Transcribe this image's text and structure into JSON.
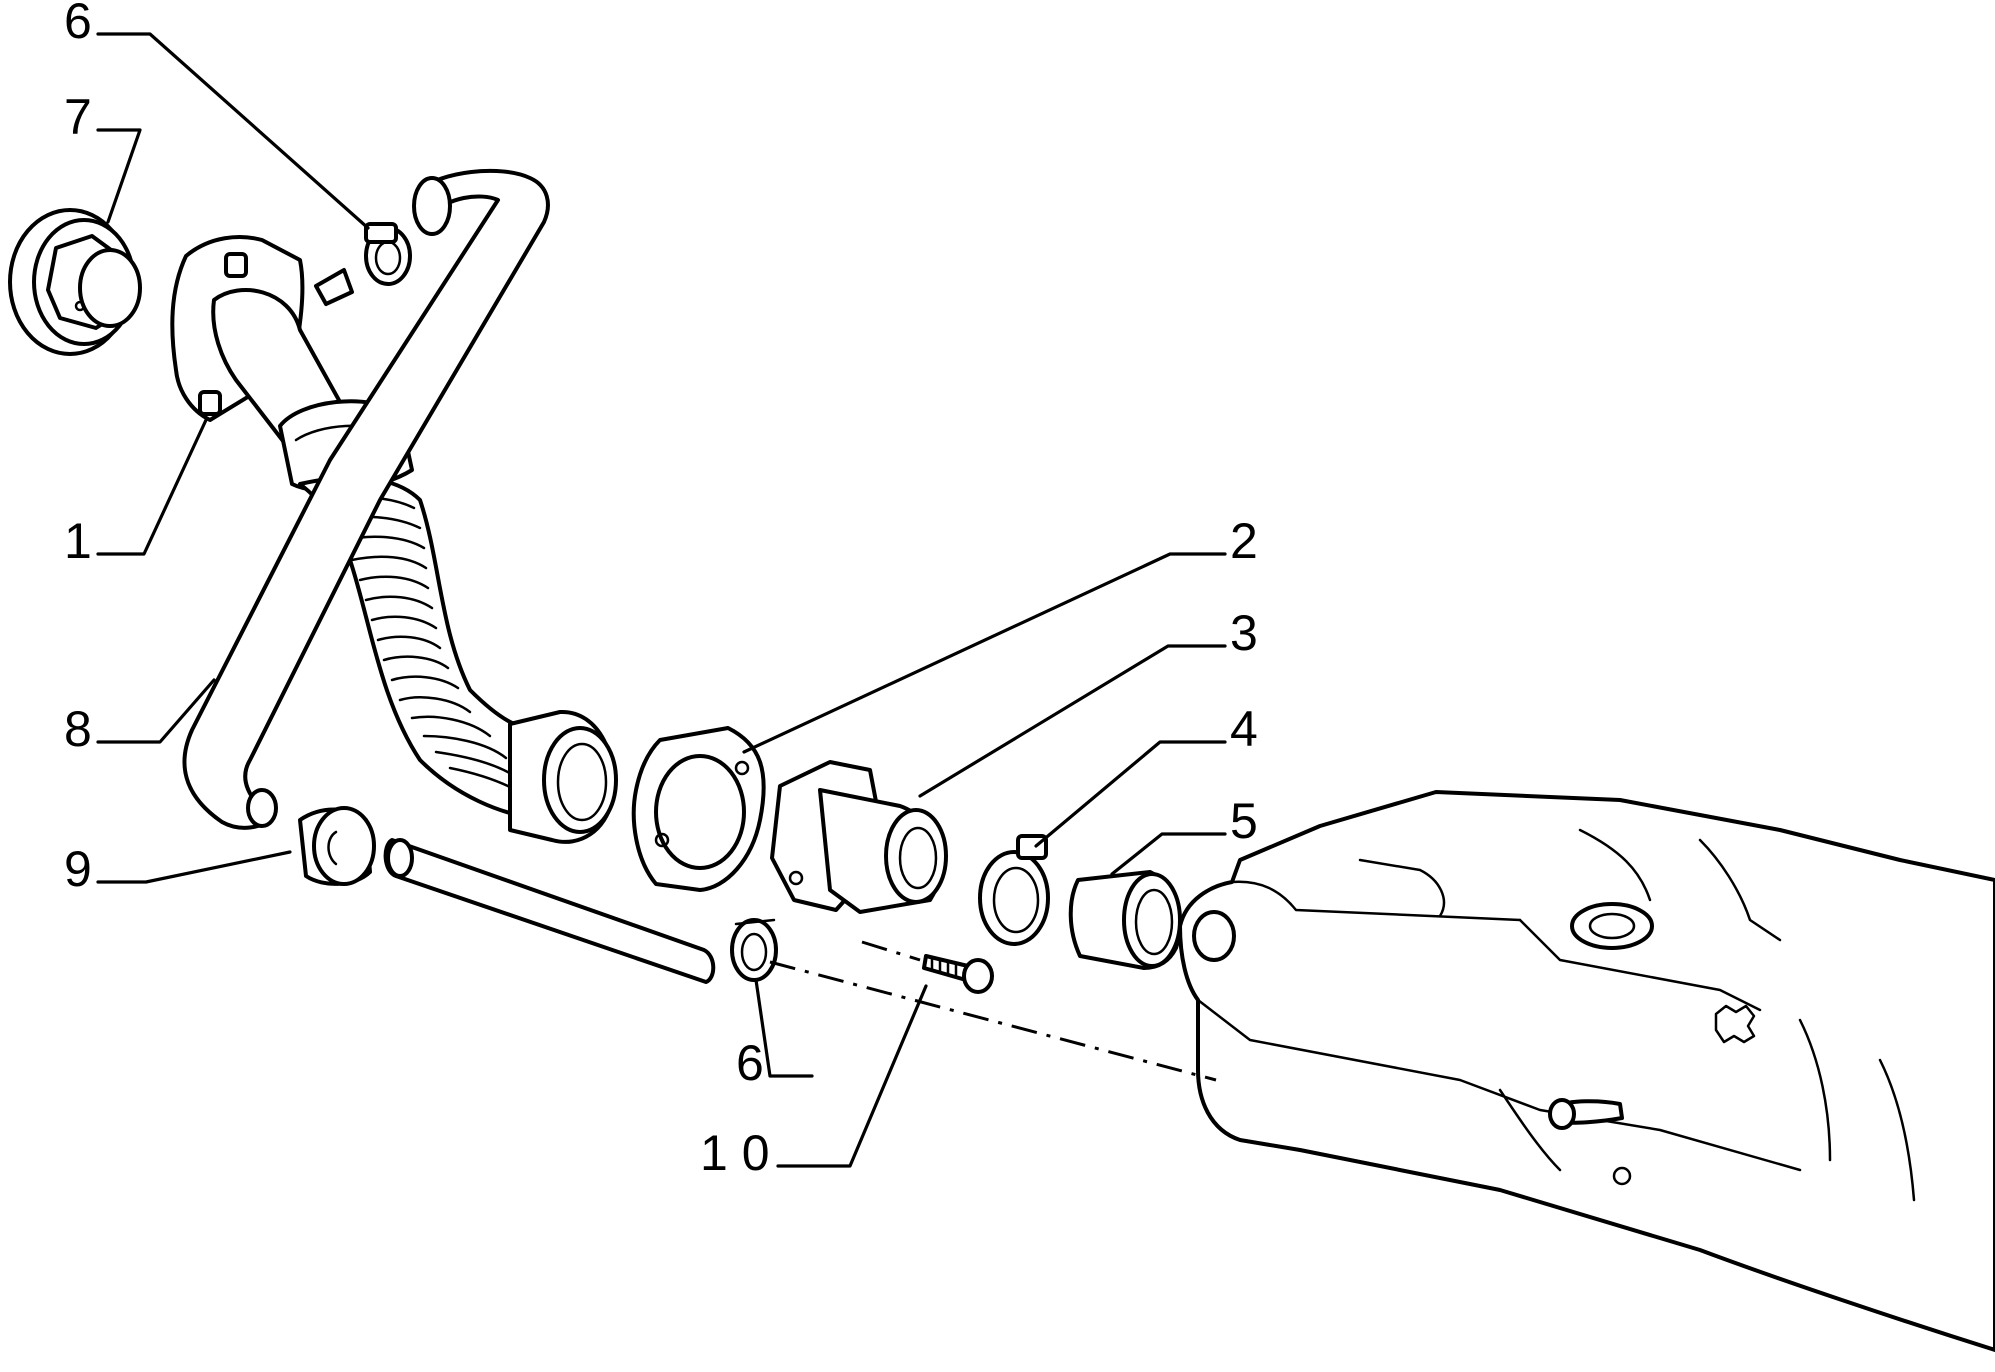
{
  "callouts": {
    "c1": "1",
    "c2": "2",
    "c3": "3",
    "c4": "4",
    "c5": "5",
    "c6_top": "6",
    "c6_bottom": "6",
    "c7": "7",
    "c8": "8",
    "c9": "9",
    "c10": "1 0"
  }
}
